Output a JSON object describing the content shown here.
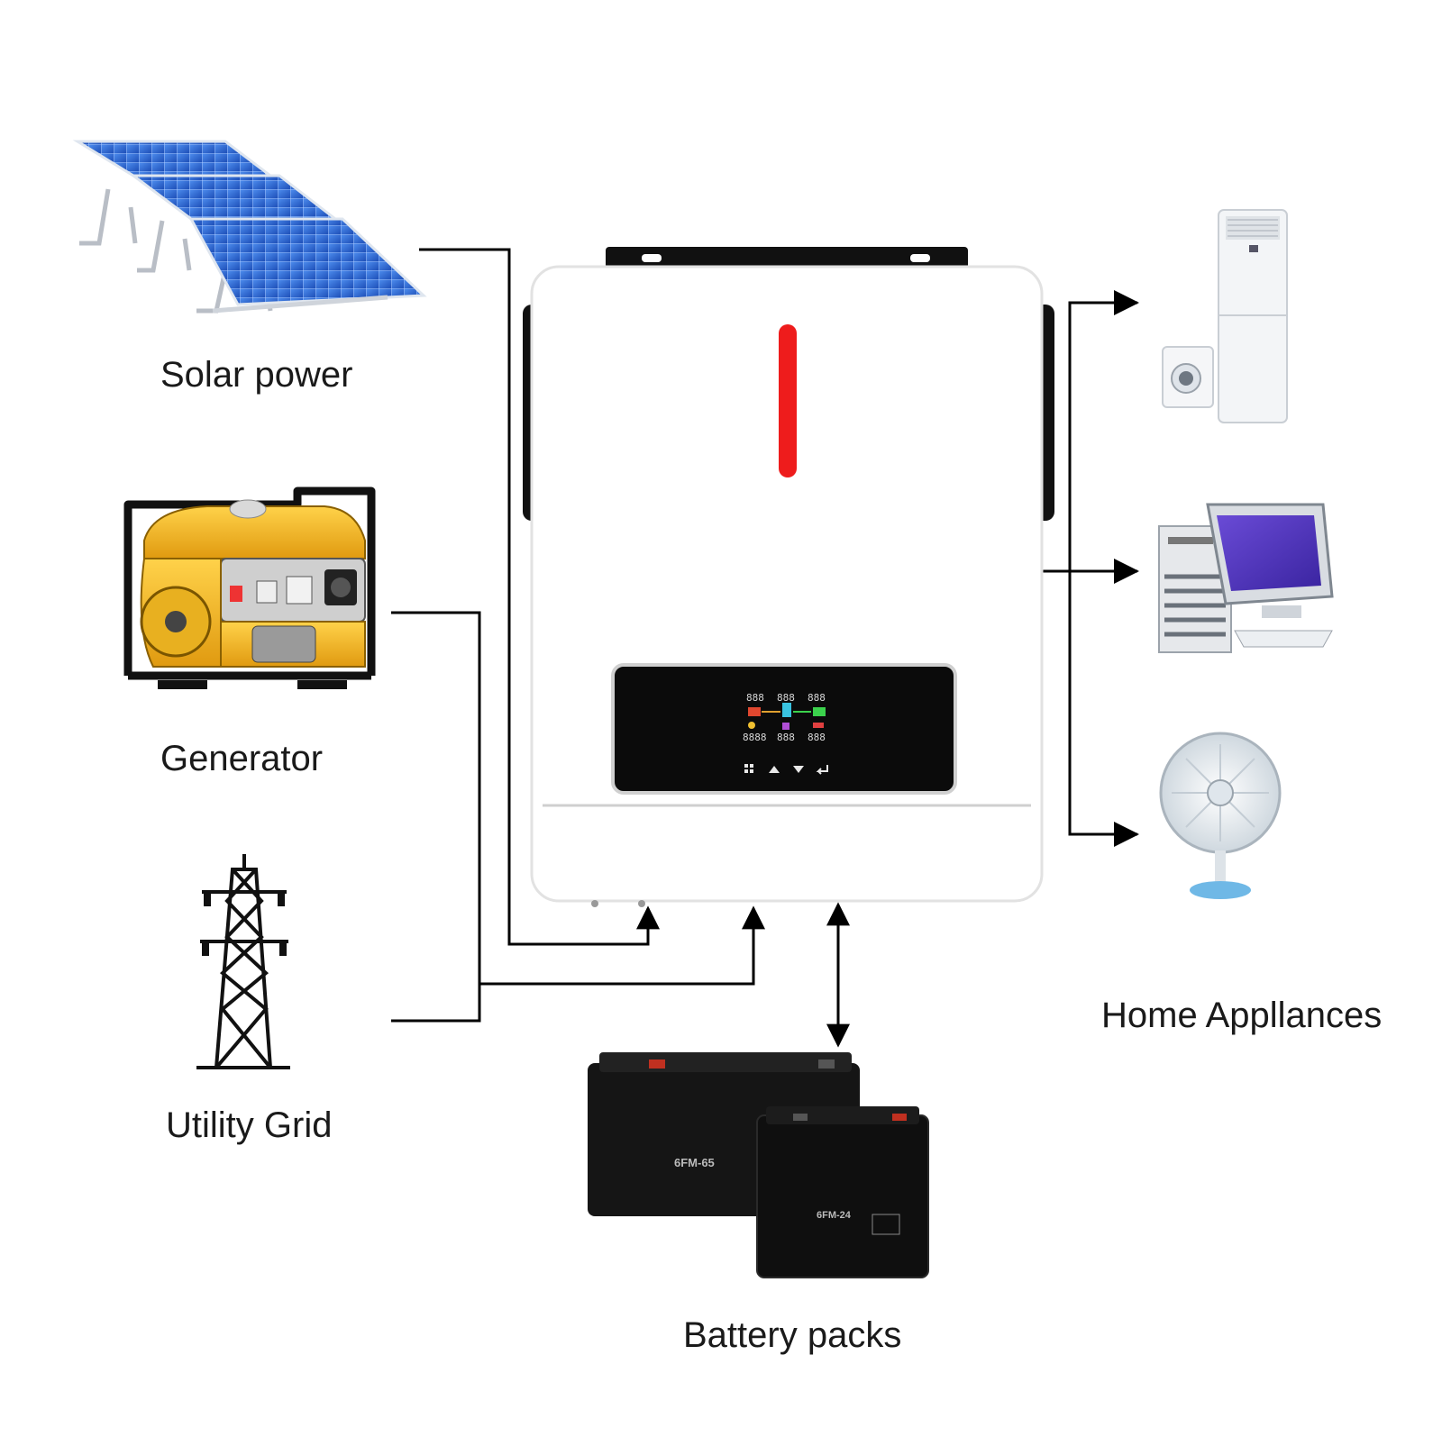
{
  "labels": {
    "solar": "Solar power",
    "generator": "Generator",
    "grid": "Utility Grid",
    "battery": "Battery packs",
    "appliances": "Home Appllances"
  },
  "inverter": {
    "lcd_digits": [
      "888",
      "888",
      "888",
      "8888",
      "888",
      "888"
    ],
    "indicator_color": "#ee1c1c",
    "body_color": "#ffffff",
    "screen_color": "#0b0b0b"
  },
  "battery": {
    "large_model": "6FM-65",
    "small_model": "6FM-24"
  },
  "colors": {
    "line": "#000000",
    "panel_blue": "#2f6fd6",
    "generator_yellow": "#f2b51b",
    "monitor_purple": "#5a3fc0"
  }
}
